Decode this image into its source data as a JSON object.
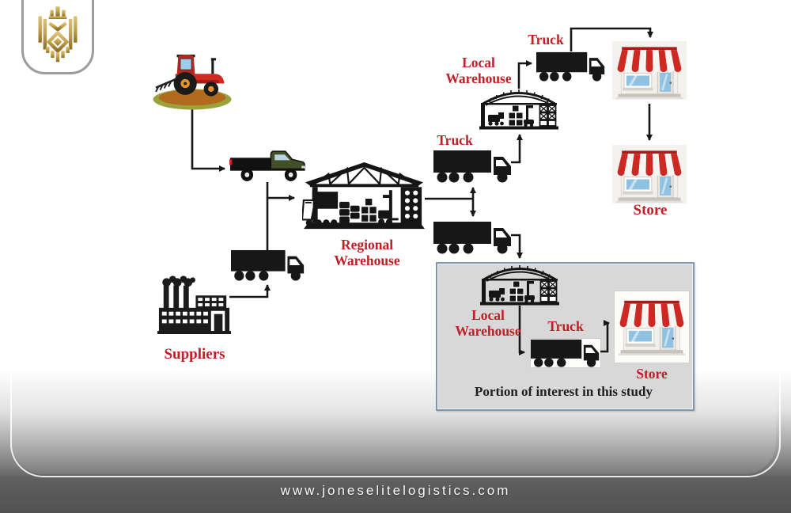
{
  "brand": {
    "logo": "gold-lion-crest"
  },
  "labels": {
    "truck_top": "Truck",
    "local_warehouse_top": "Local Warehouse",
    "truck_mid": "Truck",
    "regional_warehouse": "Regional Warehouse",
    "suppliers": "Suppliers",
    "store_right": "Store"
  },
  "study_box": {
    "local_warehouse": "Local Warehouse",
    "truck": "Truck",
    "store": "Store",
    "caption": "Portion of interest in this study"
  },
  "footer": {
    "website": "www.joneselitelogistics.com"
  },
  "colors": {
    "label_red": "#bf2026",
    "arrow_black": "#171717",
    "study_box_fill": "#d8d8d8",
    "study_box_border": "#8296ac",
    "logo_gold": "#bd9c49",
    "awning_red": "#ce2823",
    "window_blue": "#8fc2e2"
  }
}
